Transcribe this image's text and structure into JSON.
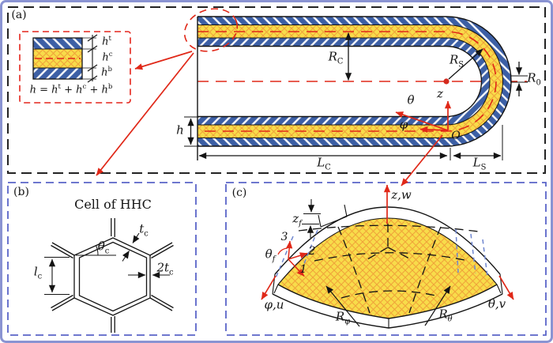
{
  "panelA": {
    "tag": "(a)",
    "inset": {
      "ht": {
        "base": "h",
        "sup": "t"
      },
      "hc": {
        "base": "h",
        "sup": "c"
      },
      "hb": {
        "base": "h",
        "sup": "b"
      },
      "formula": {
        "lead": "h = h",
        "sup1": "t",
        "mid1": " + h",
        "sup2": "c",
        "mid2": " + h",
        "sup3": "b"
      }
    },
    "dims": {
      "RC": {
        "base": "R",
        "sub": "C"
      },
      "RS": {
        "base": "R",
        "sub": "S"
      },
      "R0": {
        "base": "R",
        "sub": "0"
      },
      "LC": {
        "base": "L",
        "sub": "C"
      },
      "LS": {
        "base": "L",
        "sub": "S"
      },
      "h": {
        "base": "h"
      }
    },
    "axes": {
      "z": "z",
      "theta": "θ",
      "phi": "φ",
      "origin": "O"
    }
  },
  "panelB": {
    "tag": "(b)",
    "title": "Cell of HHC",
    "labels": {
      "thetaC": {
        "base": "θ",
        "sub": "c"
      },
      "tC": {
        "base": "t",
        "sub": "c"
      },
      "twoTC": {
        "base": "2t",
        "sub": "c"
      },
      "lC": {
        "base": "l",
        "sub": "c"
      }
    }
  },
  "panelC": {
    "tag": "(c)",
    "labels": {
      "zw": "z,w",
      "zf": {
        "base": "z",
        "sub": "f"
      },
      "axis3": "3",
      "axis2": "2",
      "axis1": "1",
      "thetaF": {
        "base": "θ",
        "sub": "f"
      },
      "phiU": "φ,u",
      "Rphi": {
        "base": "R",
        "sub": "φ"
      },
      "Rtheta": {
        "base": "R",
        "sub": "θ"
      },
      "thetaV": "θ,v"
    }
  },
  "colors": {
    "face_blue": "#3c5fa5",
    "core_yellow": "#f8dc4a",
    "core_hatch_orange": "#f0a43a",
    "annotation_red": "#e02818",
    "panel_border_blue": "#5a64c8",
    "outer_frame_blue": "#8a93d2",
    "line_black": "#141414"
  }
}
